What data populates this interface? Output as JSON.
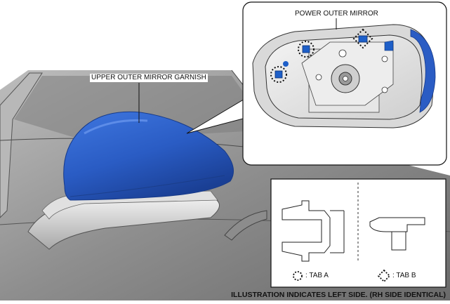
{
  "labels": {
    "upper_garnish": "UPPER OUTER MIRROR GARNISH",
    "power_mirror": "POWER OUTER MIRROR",
    "legend_tab_a": ": TAB A",
    "legend_tab_b": ": TAB B",
    "caption": "ILLUSTRATION INDICATES LEFT SIDE. (RH SIDE IDENTICAL)"
  },
  "colors": {
    "garnish_blue": "#2a5cc4",
    "clip_blue": "#1e5fc8",
    "body_gray": "#9a9a9a"
  },
  "icons": {
    "tab_a_marker": "dotted-circle",
    "tab_b_marker": "dotted-diamond"
  }
}
